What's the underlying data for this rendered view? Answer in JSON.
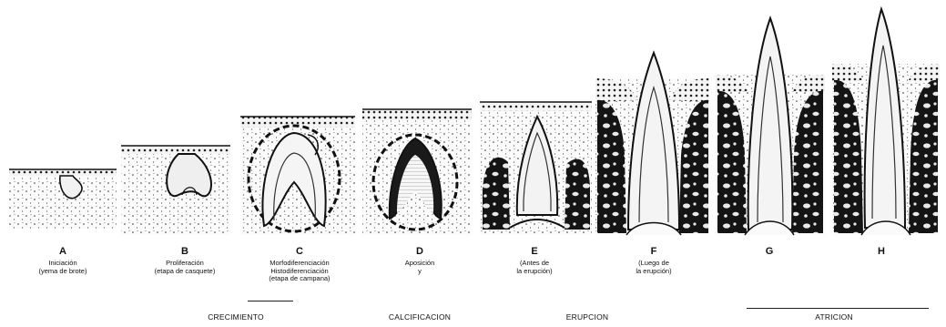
{
  "stages": [
    {
      "letter": "A",
      "caption": "Iniciación\n(yema de brote)"
    },
    {
      "letter": "B",
      "caption": "Proliferación\n(etapa de casquete)"
    },
    {
      "letter": "C",
      "caption": "Morfodiferenciación\nHistodiferenciación\n(etapa de campana)"
    },
    {
      "letter": "D",
      "caption": "Aposición\ny"
    },
    {
      "letter": "E",
      "caption": "(Antes de\nla erupción)"
    },
    {
      "letter": "F",
      "caption": "(Luego de\nla erupción)"
    },
    {
      "letter": "G",
      "caption": ""
    },
    {
      "letter": "H",
      "caption": ""
    }
  ],
  "phases": [
    "CRECIMIENTO",
    "CALCIFICACION",
    "ERUPCION",
    "ATRICION"
  ]
}
